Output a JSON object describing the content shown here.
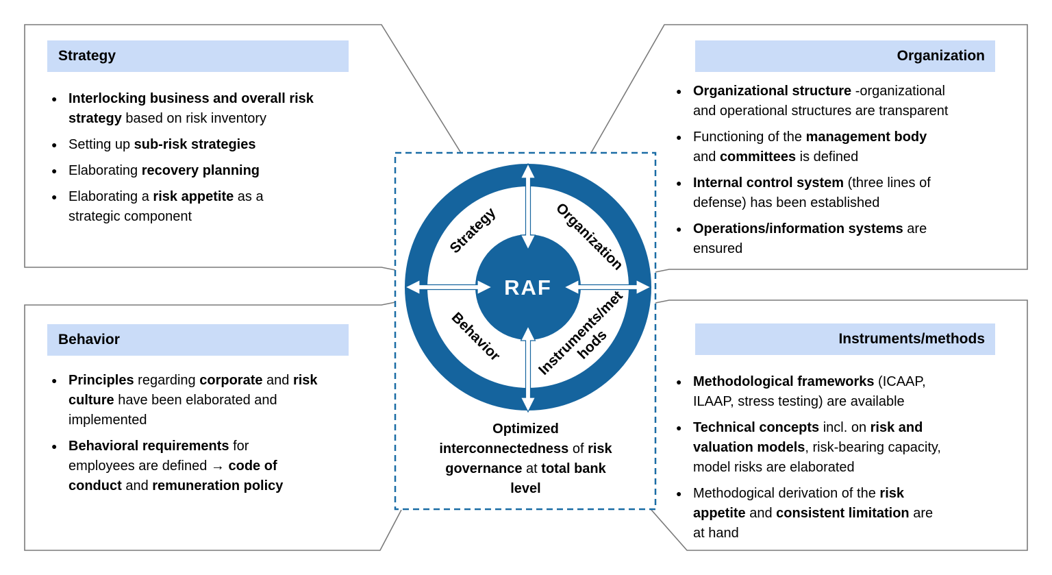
{
  "center": {
    "hub_label": "RAF",
    "ring": {
      "strategy": "Strategy",
      "organization": "Organization",
      "behavior": "Behavior",
      "instruments_line1": "Instruments/met",
      "instruments_line2": "hods"
    },
    "caption_segments": [
      {
        "t": "Optimized\ninterconnectedness",
        "b": true
      },
      {
        "t": " of ",
        "b": false
      },
      {
        "t": "risk\ngovernance",
        "b": true
      },
      {
        "t": " at ",
        "b": false
      },
      {
        "t": "total bank\nlevel",
        "b": true
      }
    ]
  },
  "quadrants": [
    {
      "id": "strategy",
      "title": "Strategy",
      "title_align": "left",
      "items": [
        [
          {
            "t": "Interlocking business and overall risk\nstrategy",
            "b": true
          },
          {
            "t": " based on risk inventory",
            "b": false
          }
        ],
        [
          {
            "t": "Setting up ",
            "b": false
          },
          {
            "t": "sub-risk strategies",
            "b": true
          }
        ],
        [
          {
            "t": "Elaborating ",
            "b": false
          },
          {
            "t": "recovery planning",
            "b": true
          }
        ],
        [
          {
            "t": "Elaborating a ",
            "b": false
          },
          {
            "t": "risk appetite",
            "b": true
          },
          {
            "t": " as a\nstrategic component",
            "b": false
          }
        ]
      ]
    },
    {
      "id": "organization",
      "title": "Organization",
      "title_align": "right",
      "items": [
        [
          {
            "t": "Organizational structure",
            "b": true
          },
          {
            "t": " -organizational\nand operational structures are transparent",
            "b": false
          }
        ],
        [
          {
            "t": "Functioning of the ",
            "b": false
          },
          {
            "t": "management body",
            "b": true
          },
          {
            "t": "\nand ",
            "b": false
          },
          {
            "t": "committees",
            "b": true
          },
          {
            "t": " is defined",
            "b": false
          }
        ],
        [
          {
            "t": "Internal control system",
            "b": true
          },
          {
            "t": " (three lines of\ndefense) has been established",
            "b": false
          }
        ],
        [
          {
            "t": "Operations/information systems",
            "b": true
          },
          {
            "t": " are\nensured",
            "b": false
          }
        ]
      ]
    },
    {
      "id": "behavior",
      "title": "Behavior",
      "title_align": "left",
      "items": [
        [
          {
            "t": "Principles",
            "b": true
          },
          {
            "t": " regarding ",
            "b": false
          },
          {
            "t": "corporate",
            "b": true
          },
          {
            "t": " and ",
            "b": false
          },
          {
            "t": "risk\nculture",
            "b": true
          },
          {
            "t": " have been elaborated and\nimplemented",
            "b": false
          }
        ],
        [
          {
            "t": "Behavioral requirements",
            "b": true
          },
          {
            "t": " for\nemployees are defined ",
            "b": false
          },
          {
            "t": "→ ",
            "b": true
          },
          {
            "t": "code of\nconduct",
            "b": true
          },
          {
            "t": " and ",
            "b": false
          },
          {
            "t": "remuneration policy",
            "b": true
          }
        ]
      ]
    },
    {
      "id": "instruments-methods",
      "title": "Instruments/methods",
      "title_align": "right",
      "items": [
        [
          {
            "t": "Methodological frameworks",
            "b": true
          },
          {
            "t": " (ICAAP,\nILAAP, stress testing) are available",
            "b": false
          }
        ],
        [
          {
            "t": "Technical concepts",
            "b": true
          },
          {
            "t": " incl. on ",
            "b": false
          },
          {
            "t": "risk and\nvaluation models",
            "b": true
          },
          {
            "t": ", risk-bearing capacity,\nmodel risks are elaborated",
            "b": false
          }
        ],
        [
          {
            "t": "Methodogical derivation of the ",
            "b": false
          },
          {
            "t": "risk\nappetite",
            "b": true
          },
          {
            "t": " and ",
            "b": false
          },
          {
            "t": "consistent limitation",
            "b": true
          },
          {
            "t": " are\nat hand",
            "b": false
          }
        ]
      ]
    }
  ],
  "colors": {
    "accent_blue": "#15649e",
    "header_bg": "#cadcf8",
    "outline_gray": "#7a7a7a",
    "dashed_border_blue": "#1a6ca5",
    "text": "#000000"
  }
}
